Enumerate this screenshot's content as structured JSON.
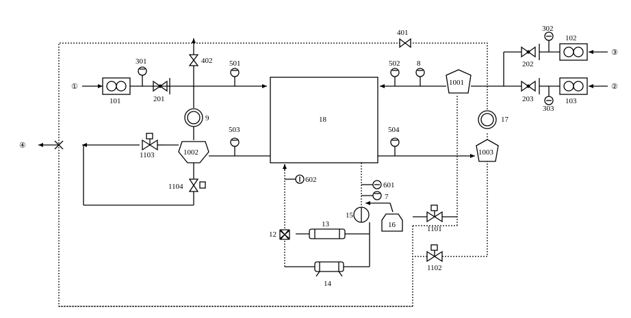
{
  "labels": {
    "l101": "101",
    "l102": "102",
    "l103": "103",
    "l201": "201",
    "l202": "202",
    "l203": "203",
    "l301": "301",
    "l302": "302",
    "l303": "303",
    "l401": "401",
    "l402": "402",
    "l501": "501",
    "l502": "502",
    "l503": "503",
    "l504": "504",
    "l601": "601",
    "l602": "602",
    "l7": "7",
    "l8": "8",
    "l9": "9",
    "l1001": "1001",
    "l1002": "1002",
    "l1003": "1003",
    "l1101": "1101",
    "l1102": "1102",
    "l1103": "1103",
    "l1104": "1104",
    "l12": "12",
    "l13": "13",
    "l14": "14",
    "l15": "15",
    "l16": "16",
    "l17": "17",
    "l18": "18",
    "inlet_left": "①",
    "inlet_right_top": "③",
    "inlet_right_bottom": "②",
    "outlet": "④"
  }
}
